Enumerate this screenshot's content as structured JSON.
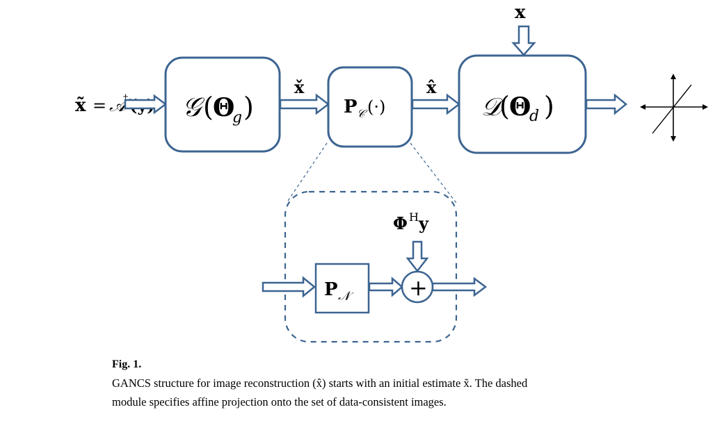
{
  "diagram": {
    "input_lhs": "x̃",
    "input_eq": "=",
    "input_op": "𝒜",
    "input_dagger": "†",
    "input_arg": "(y)",
    "generator_symbol": "𝒢",
    "generator_open": "(",
    "generator_theta": "Θ",
    "generator_sub": "g",
    "generator_close": ")",
    "x_check_label": "x̌",
    "projection_P": "P",
    "projection_sub": "𝒞",
    "projection_arg": "(·)",
    "x_hat_label": "x̂",
    "discriminator_symbol": "𝒟",
    "discriminator_open": "(",
    "discriminator_theta": "Θ",
    "discriminator_sub": "d",
    "discriminator_close": ")",
    "x_top_label": "x",
    "inset": {
      "phi_label": "Φ",
      "phi_sup": "H",
      "phi_y": "y",
      "null_P": "P",
      "null_sub": "𝒩",
      "plus": "+"
    }
  },
  "caption": {
    "fig_label": "Fig. 1.",
    "text_line1": "GANCS structure for image reconstruction (x̂) starts with an initial estimate x̃. The dashed",
    "text_line2": "module specifies affine projection onto the set of data-consistent images."
  },
  "colors": {
    "box_stroke": "#3c6491",
    "arrow_stroke": "#3c6491",
    "text": "#000000"
  }
}
